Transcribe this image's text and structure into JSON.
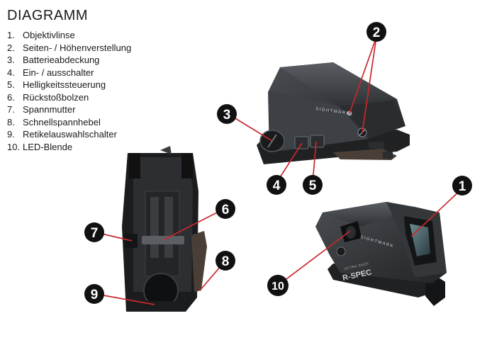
{
  "title": "DIAGRAMM",
  "parts": [
    {
      "num": "1.",
      "label": "Objektivlinse"
    },
    {
      "num": "2.",
      "label": "Seiten- / Höhenverstellung"
    },
    {
      "num": "3.",
      "label": "Batterieabdeckung"
    },
    {
      "num": "4.",
      "label": "Ein- / ausschalter"
    },
    {
      "num": "5.",
      "label": "Helligkeitssteuerung"
    },
    {
      "num": "6.",
      "label": "Rückstoßbolzen"
    },
    {
      "num": "7.",
      "label": "Spannmutter"
    },
    {
      "num": "8.",
      "label": "Schnellspannhebel"
    },
    {
      "num": "9.",
      "label": "Retikelauswahlschalter"
    },
    {
      "num": "10.",
      "label": "LED-Blende"
    }
  ],
  "callouts": [
    "1",
    "2",
    "3",
    "4",
    "5",
    "6",
    "7",
    "8",
    "9",
    "10"
  ],
  "colors": {
    "leader": "#c8282d",
    "badge": "#111111",
    "body": "#3a3d40"
  },
  "device_text": {
    "brand_top": "SIGHTMARK",
    "brand_side": "SIGHTMARK",
    "model": "R-SPEC",
    "series": "ULTRA SHOT"
  }
}
